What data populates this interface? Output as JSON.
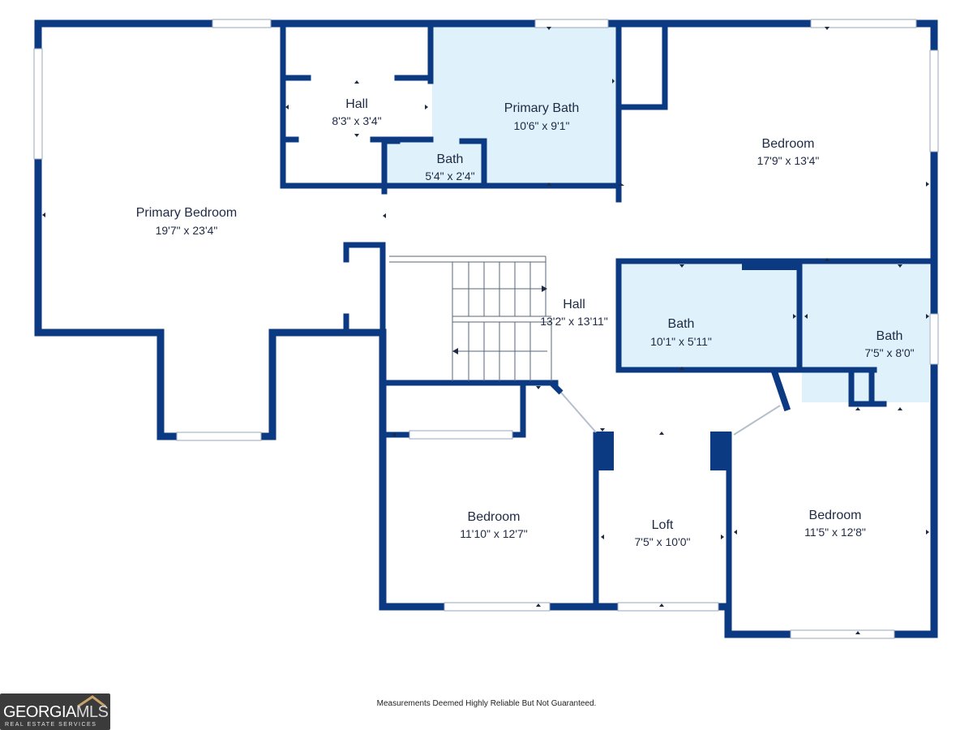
{
  "colors": {
    "wall": "#0b3a82",
    "bath_fill": "#dff1fb",
    "floor": "#ffffff"
  },
  "rooms": {
    "primary_bedroom": {
      "name": "Primary Bedroom",
      "dims": "19'7\" x 23'4\""
    },
    "hall_small": {
      "name": "Hall",
      "dims": "8'3\" x 3'4\""
    },
    "primary_bath": {
      "name": "Primary Bath",
      "dims": "10'6\" x 9'1\""
    },
    "bath_small": {
      "name": "Bath",
      "dims": "5'4\" x 2'4\""
    },
    "bedroom_ne": {
      "name": "Bedroom",
      "dims": "17'9\" x 13'4\""
    },
    "hall_main": {
      "name": "Hall",
      "dims": "13'2\" x 13'11\""
    },
    "bath_mid": {
      "name": "Bath",
      "dims": "10'1\" x 5'11\""
    },
    "bath_east": {
      "name": "Bath",
      "dims": "7'5\" x 8'0\""
    },
    "bedroom_sw": {
      "name": "Bedroom",
      "dims": "11'10\" x 12'7\""
    },
    "loft": {
      "name": "Loft",
      "dims": "7'5\" x 10'0\""
    },
    "bedroom_se": {
      "name": "Bedroom",
      "dims": "11'5\" x 12'8\""
    }
  },
  "footer": {
    "disclaimer": "Measurements Deemed Highly Reliable But Not Guaranteed."
  },
  "logo": {
    "brand_main": "GEORGIA",
    "brand_accent": "MLS",
    "tagline": "REAL ESTATE SERVICES"
  }
}
